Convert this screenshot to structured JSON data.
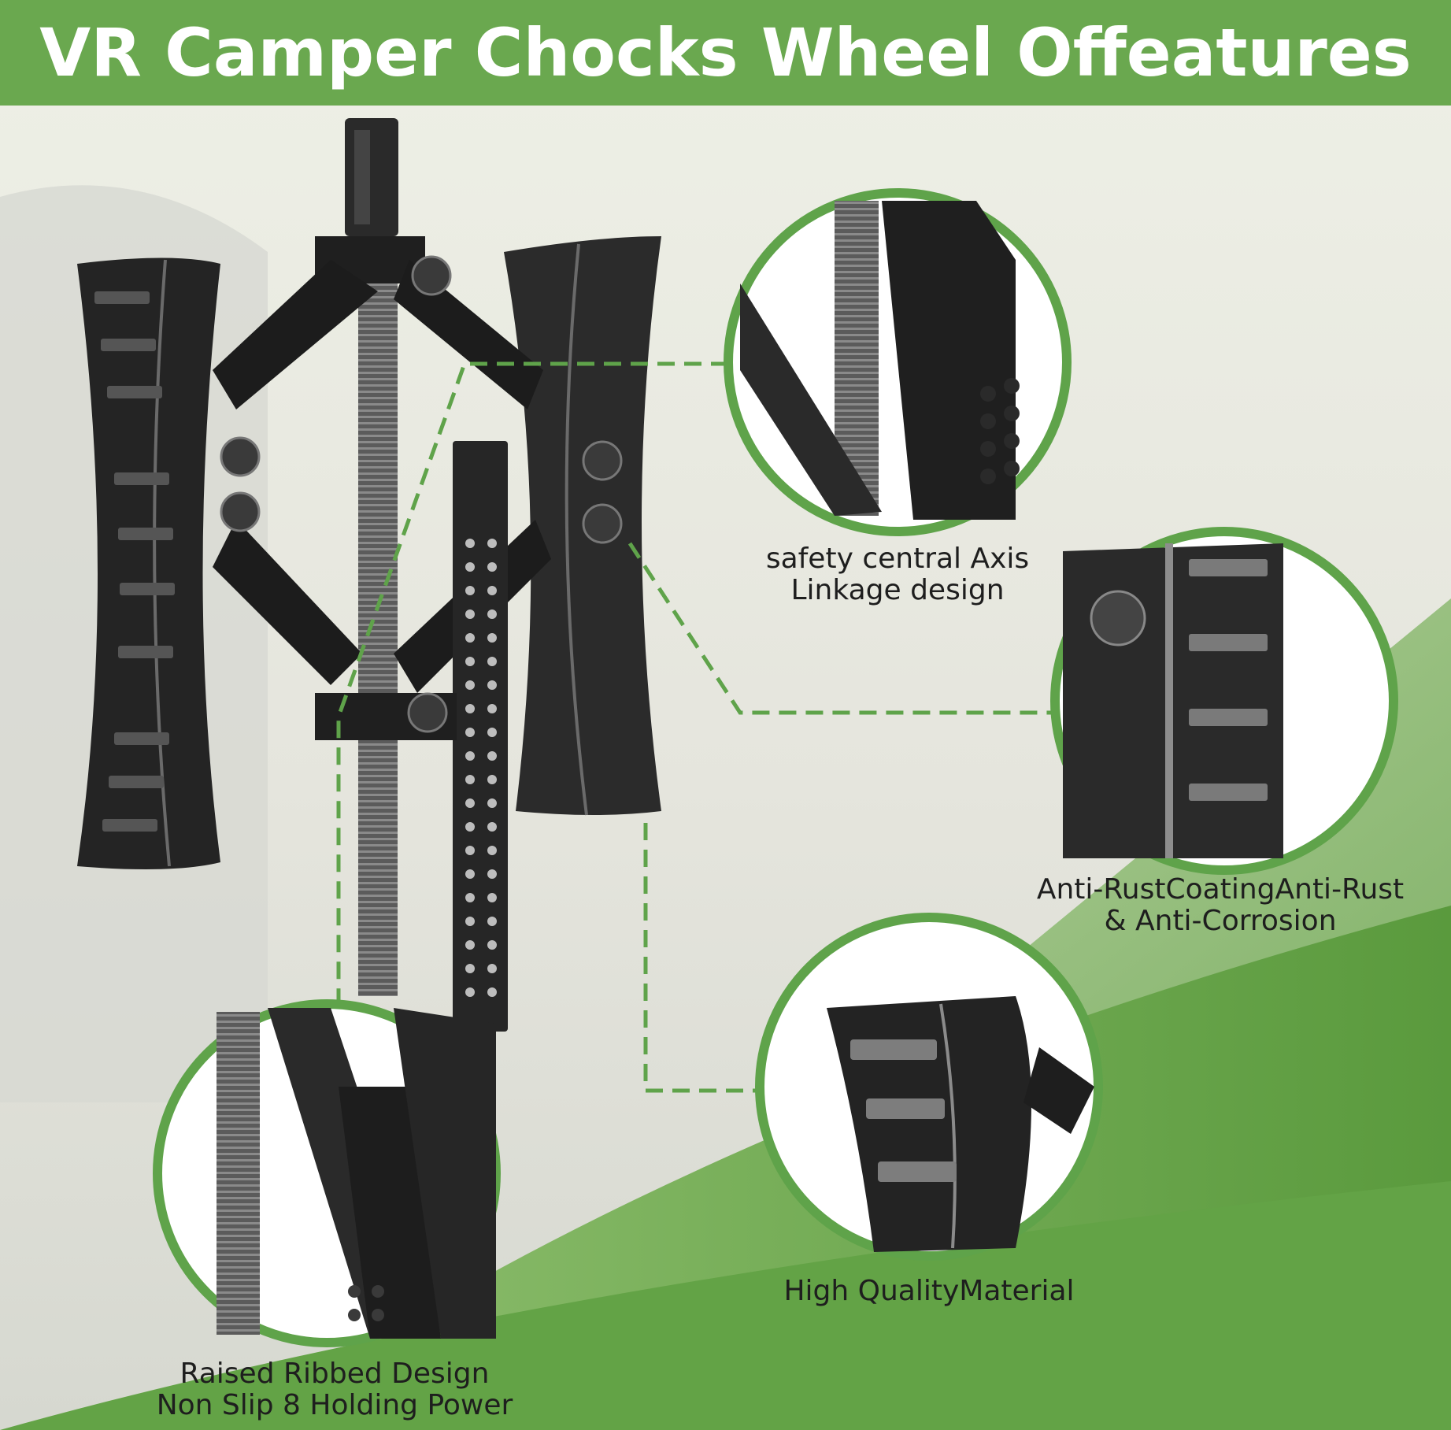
{
  "banner": {
    "title": "VR Camper Chocks Wheel Offeatures"
  },
  "callouts": {
    "axis": {
      "line1": "safety central Axis",
      "line2": "Linkage design"
    },
    "rust": {
      "line1": "Anti-RustCoatingAnti-Rust",
      "line2": "& Anti-Corrosion"
    },
    "material": {
      "line1": "High QualityMaterial"
    },
    "ribbed": {
      "line1": "Raised Ribbed Design",
      "line2": "Non Slip 8 Holding Power"
    }
  },
  "colors": {
    "accent_green": "#6aa84f",
    "dark_green": "#3f8f2f",
    "steel": "#2a2a2a",
    "background": "#e6e5e0"
  }
}
